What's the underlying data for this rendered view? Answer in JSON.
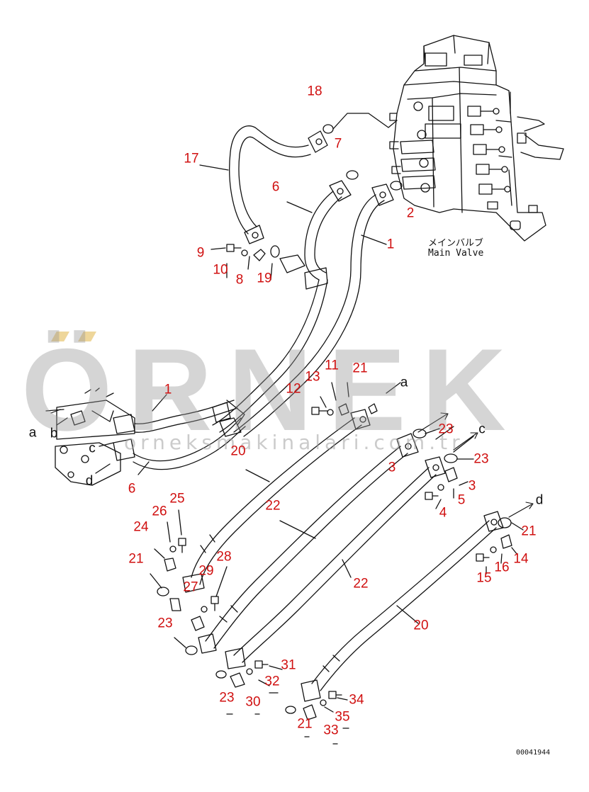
{
  "main_valve": {
    "label_jp": "メインバルブ",
    "label_en": "Main Valve"
  },
  "callouts": [
    {
      "id": "c18a",
      "text": "18"
    },
    {
      "id": "c17",
      "text": "17"
    },
    {
      "id": "c7",
      "text": "7"
    },
    {
      "id": "c6a",
      "text": "6"
    },
    {
      "id": "c2",
      "text": "2"
    },
    {
      "id": "c1a",
      "text": "1"
    },
    {
      "id": "c9",
      "text": "9"
    },
    {
      "id": "c10",
      "text": "10"
    },
    {
      "id": "c8",
      "text": "8"
    },
    {
      "id": "c19",
      "text": "19"
    },
    {
      "id": "c13",
      "text": "13"
    },
    {
      "id": "c11",
      "text": "11"
    },
    {
      "id": "c21a",
      "text": "21"
    },
    {
      "id": "c12",
      "text": "12"
    },
    {
      "id": "c1b",
      "text": "1"
    },
    {
      "id": "c20a",
      "text": "20"
    },
    {
      "id": "c23a",
      "text": "23"
    },
    {
      "id": "c3a",
      "text": "3"
    },
    {
      "id": "c23b",
      "text": "23"
    },
    {
      "id": "c3b",
      "text": "3"
    },
    {
      "id": "c6b",
      "text": "6"
    },
    {
      "id": "c4",
      "text": "4"
    },
    {
      "id": "c5",
      "text": "5"
    },
    {
      "id": "c25",
      "text": "25"
    },
    {
      "id": "c26",
      "text": "26"
    },
    {
      "id": "c22a",
      "text": "22"
    },
    {
      "id": "c24",
      "text": "24"
    },
    {
      "id": "c21b",
      "text": "21"
    },
    {
      "id": "c14",
      "text": "14"
    },
    {
      "id": "c21c",
      "text": "21"
    },
    {
      "id": "c28",
      "text": "28"
    },
    {
      "id": "c29",
      "text": "29"
    },
    {
      "id": "c16",
      "text": "16"
    },
    {
      "id": "c27",
      "text": "27"
    },
    {
      "id": "c15",
      "text": "15"
    },
    {
      "id": "c22b",
      "text": "22"
    },
    {
      "id": "c23c",
      "text": "23"
    },
    {
      "id": "c20b",
      "text": "20"
    },
    {
      "id": "c31",
      "text": "31"
    },
    {
      "id": "c32",
      "text": "32"
    },
    {
      "id": "c23d",
      "text": "23"
    },
    {
      "id": "c30",
      "text": "30"
    },
    {
      "id": "c34",
      "text": "34"
    },
    {
      "id": "c35",
      "text": "35"
    },
    {
      "id": "c21d",
      "text": "21"
    },
    {
      "id": "c33",
      "text": "33"
    }
  ],
  "connection_letters": [
    {
      "id": "la",
      "text": "a"
    },
    {
      "id": "lb",
      "text": "b"
    },
    {
      "id": "lc",
      "text": "c"
    },
    {
      "id": "ld",
      "text": "d"
    },
    {
      "id": "la2",
      "text": "a"
    },
    {
      "id": "lc2",
      "text": "c"
    },
    {
      "id": "ld2",
      "text": "d"
    }
  ],
  "drawing_number": "00041944",
  "watermark": {
    "word": "ÖRNEK",
    "url": "orneksmakinalari.com.tr"
  }
}
